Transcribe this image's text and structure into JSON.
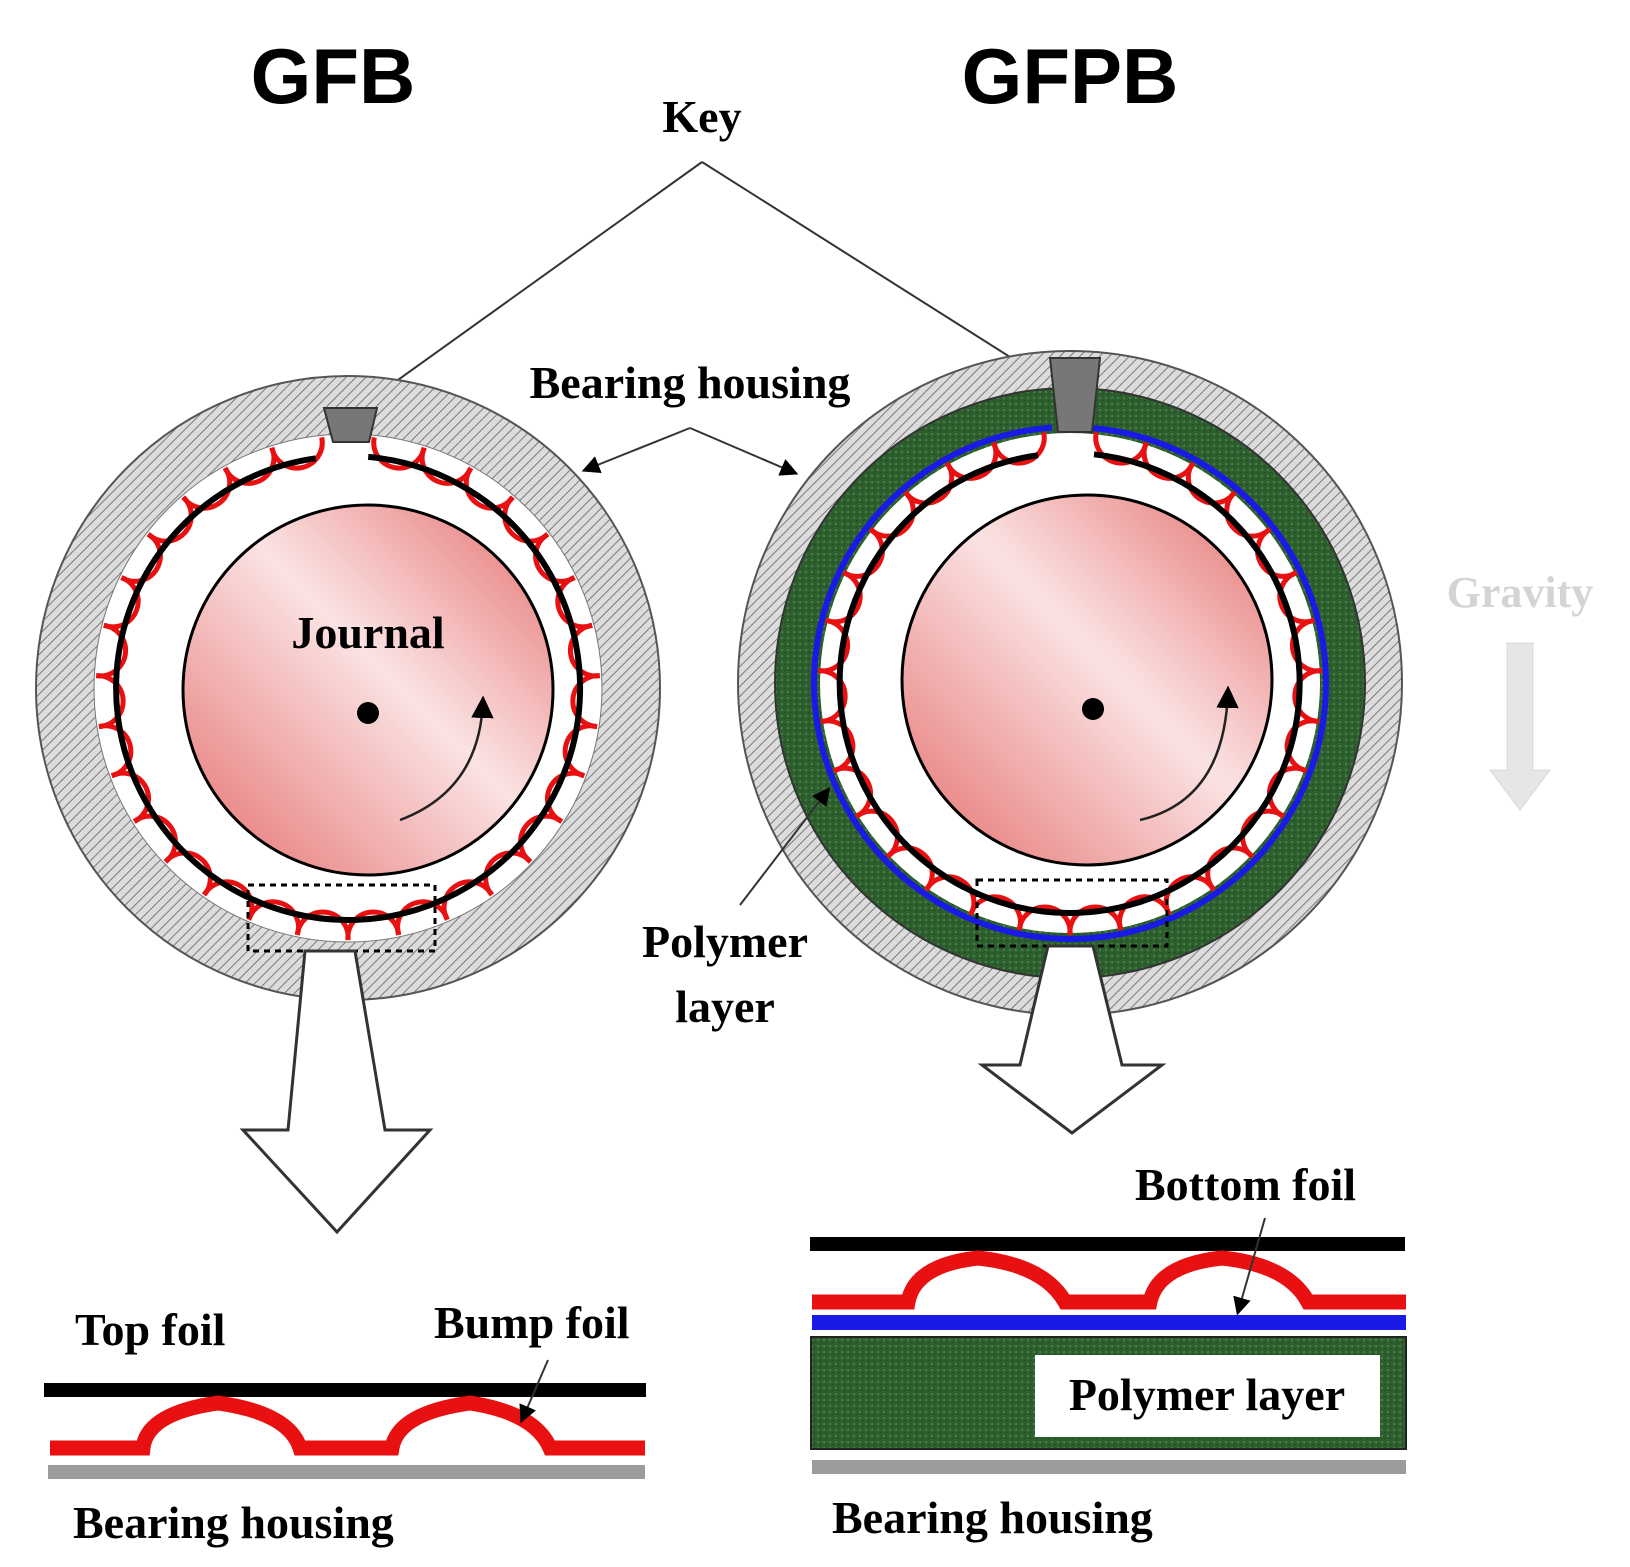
{
  "titles": {
    "left": "GFB",
    "right": "GFPB"
  },
  "labels": {
    "key": "Key",
    "bearing_housing_top": "Bearing housing",
    "journal": "Journal",
    "gravity": "Gravity",
    "polymer_layer_line1": "Polymer",
    "polymer_layer_line2": "layer",
    "top_foil": "Top  foil",
    "bump_foil": "Bump foil",
    "bearing_housing_left": "Bearing housing",
    "bottom_foil": "Bottom foil",
    "polymer_layer_box": "Polymer layer",
    "bearing_housing_right": "Bearing housing"
  },
  "colors": {
    "bump_foil": "#e81010",
    "bottom_foil": "#1a1ae6",
    "polymer": "#2a5a2a",
    "housing_gray": "#9c9c9c",
    "journal_center": "#fbe3e3",
    "journal_edge": "#e56e6e",
    "gravity_arrow": "#e6e6e6"
  }
}
